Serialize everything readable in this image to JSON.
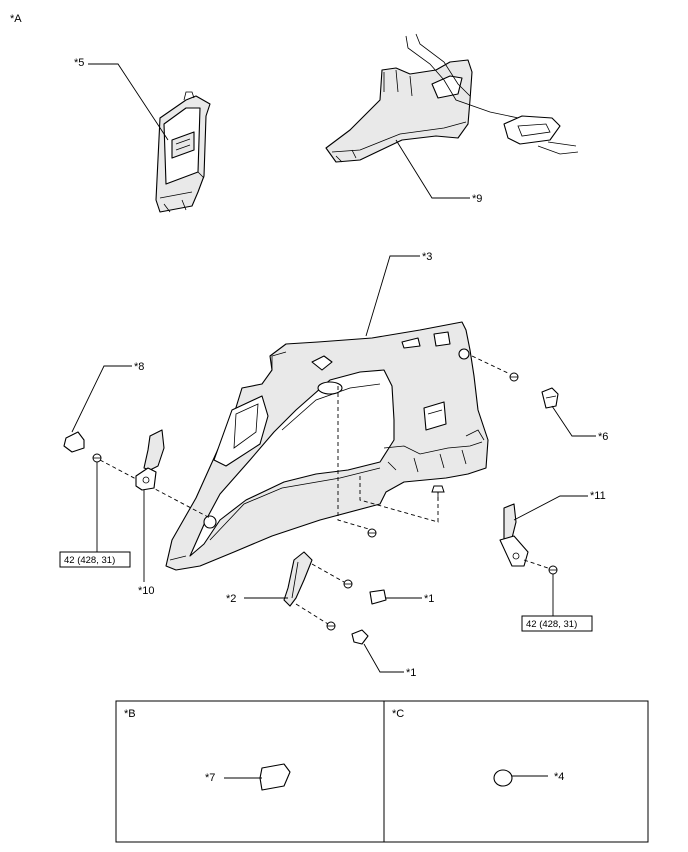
{
  "view_labels": {
    "main": "*A",
    "inset_b": "*B",
    "inset_c": "*C"
  },
  "callouts": {
    "c5": "*5",
    "c9": "*9",
    "c3": "*3",
    "c8": "*8",
    "c6": "*6",
    "c11": "*11",
    "c10": "*10",
    "c2": "*2",
    "c1a": "*1",
    "c1b": "*1",
    "c7": "*7",
    "c4": "*4"
  },
  "torque": {
    "left": "42 (428, 31)",
    "right": "42 (428, 31)"
  }
}
